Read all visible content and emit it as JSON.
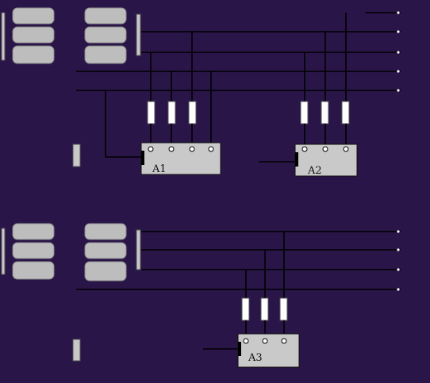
{
  "colors": {
    "background": "#2a1548",
    "wire": "#000000",
    "meter_fill": "#c9c9c9",
    "current_transformer": "#ffffff",
    "transformer_winding": "#bdbdbd"
  },
  "diagram": {
    "meters": [
      {
        "id": "A1",
        "label": "A1"
      },
      {
        "id": "A2",
        "label": "A2"
      },
      {
        "id": "A3",
        "label": "A3"
      }
    ]
  }
}
